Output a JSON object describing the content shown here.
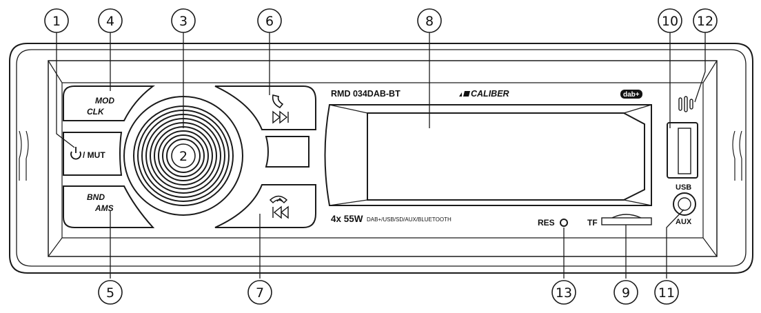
{
  "device": {
    "model": "RMD 034DAB-BT",
    "brand": "CALIBER",
    "dab_badge": "dab+",
    "power_spec": "4x 55W",
    "sources": "DAB+/USB/SD/AUX/BLUETOOTH"
  },
  "buttons": {
    "mod": "MOD",
    "clk": "CLK",
    "mut": "/ MUT",
    "bnd": "BND",
    "ams": "AMS"
  },
  "panel_labels": {
    "res": "RES",
    "tf": "TF",
    "usb": "USB",
    "aux": "AUX"
  },
  "callouts": [
    "1",
    "2",
    "3",
    "4",
    "5",
    "6",
    "7",
    "8",
    "9",
    "10",
    "11",
    "12",
    "13"
  ],
  "colors": {
    "stroke": "#1a1a1a",
    "background": "#ffffff"
  },
  "icons": [
    "power-icon",
    "phone-answer-icon",
    "next-track-icon",
    "phone-hangup-icon",
    "previous-track-icon",
    "usb-port-icon",
    "aux-jack-icon",
    "microphone-icon",
    "reset-hole-icon",
    "tf-card-slot-icon"
  ]
}
